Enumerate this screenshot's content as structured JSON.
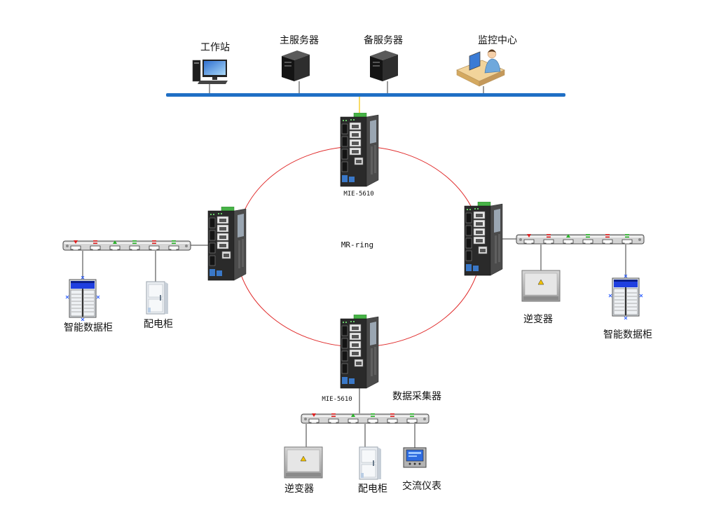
{
  "top_network": {
    "workstation": "工作站",
    "main_server": "主服务器",
    "backup_server": "备服务器",
    "monitoring_center": "监控中心"
  },
  "ring": {
    "label": "MR-ring",
    "top_switch_model": "MIE-5610",
    "bottom_switch_model": "MIE-5610"
  },
  "left_branch": {
    "devices": [
      "智能数据柜",
      "配电柜"
    ]
  },
  "right_branch": {
    "devices": [
      "逆变器",
      "智能数据柜"
    ]
  },
  "bottom_branch": {
    "collector": "数据采集器",
    "devices": [
      "逆变器",
      "配电柜",
      "交流仪表"
    ]
  },
  "colors": {
    "bus": "#1f6fc5",
    "ring": "#e02b2b",
    "uplink": "#f2c300"
  },
  "icons": {
    "workstation": "desktop-computer-icon",
    "server": "server-tower-icon",
    "monitoring_center": "operator-desk-icon",
    "switch": "industrial-switch-icon",
    "collector": "data-collector-rail-icon",
    "smart_cabinet": "smart-data-cabinet-icon",
    "power_cabinet": "power-distribution-cabinet-icon",
    "inverter": "inverter-icon",
    "meter": "ac-meter-icon"
  }
}
